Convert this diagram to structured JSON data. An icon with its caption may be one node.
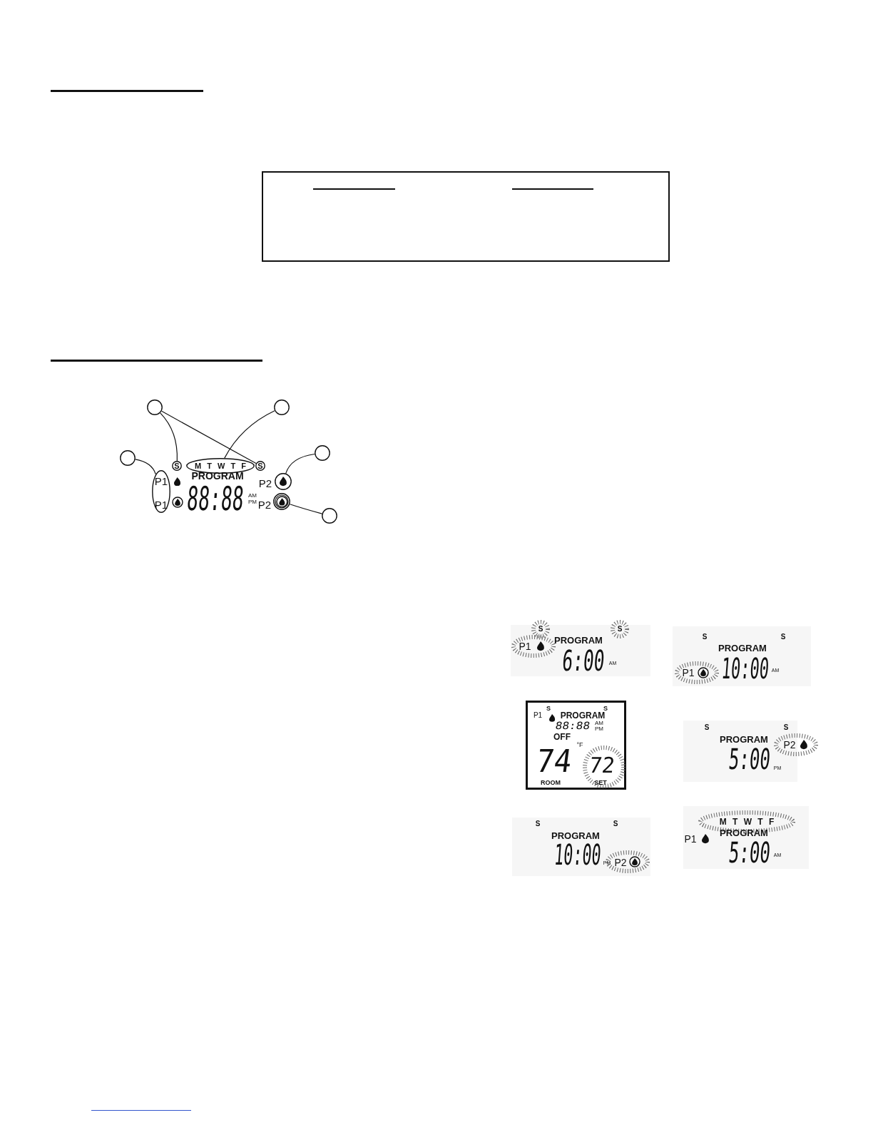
{
  "diagram": {
    "nodes": [
      {
        "text": [],
        "shape": "circle"
      },
      {
        "text": [],
        "shape": "circle"
      },
      {
        "text": [],
        "shape": "circle"
      },
      {
        "text": [],
        "shape": "circle"
      },
      {
        "text": [],
        "shape": "circle"
      },
      {
        "text": [
          "S"
        ]
      },
      {
        "text": [
          "M T W T F"
        ]
      },
      {
        "text": [
          "S"
        ]
      },
      {
        "text": [
          "P1",
          "P1"
        ]
      },
      {
        "text": [],
        "shape": "circle"
      },
      {
        "text": [],
        "shape": "circle"
      },
      {
        "text": [
          "S",
          "S",
          "P1",
          "PROGRAM",
          "88:88",
          "AM",
          "PM",
          "OFF",
          "°F",
          "74",
          "72",
          "ROOM",
          "SET"
        ]
      }
    ],
    "edges": [
      {
        "from": 0,
        "to": 5,
        "arrow": "none"
      },
      {
        "from": 0,
        "to": 7,
        "arrow": "none"
      },
      {
        "from": 1,
        "to": 6,
        "arrow": "none"
      },
      {
        "from": 2,
        "to": 8,
        "arrow": "none"
      },
      {
        "from": 3,
        "to": 9,
        "arrow": "none"
      },
      {
        "from": 4,
        "to": 10,
        "arrow": "none"
      }
    ],
    "labels": [
      "PROGRAM",
      "P2",
      "88:88",
      "AM",
      "PM",
      "P2",
      "S",
      "S",
      "P1",
      "PROGRAM",
      "6:00",
      "AM",
      "S",
      "S",
      "PROGRAM",
      "P1",
      "10:00",
      "AM",
      "S",
      "S",
      "PROGRAM",
      "P2",
      "5:00",
      "PM",
      "S",
      "S",
      "PROGRAM",
      "10:00",
      "PM",
      "P2",
      "M T W T F",
      "P1",
      "PROGRAM",
      "5:00",
      "AM"
    ]
  }
}
